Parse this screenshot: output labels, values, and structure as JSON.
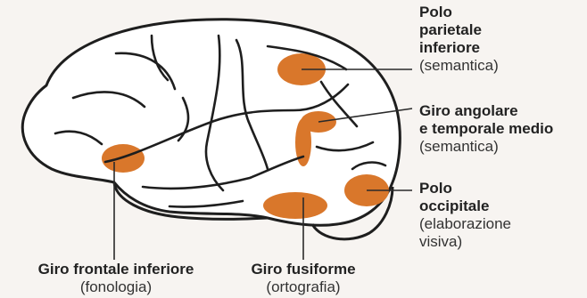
{
  "labels": {
    "polo_parietale": {
      "lines": [
        "Polo",
        "parietale",
        "inferiore"
      ],
      "sub": [
        "(semantica)"
      ]
    },
    "giro_angolare": {
      "lines": [
        "Giro angolare",
        "e temporale medio"
      ],
      "sub": [
        "(semantica)"
      ]
    },
    "polo_occipitale": {
      "lines": [
        "Polo",
        "occipitale"
      ],
      "sub": [
        "(elaborazione",
        "visiva)"
      ]
    },
    "giro_frontale": {
      "lines": [
        "Giro frontale inferiore"
      ],
      "sub": [
        "(fonologia)"
      ]
    },
    "giro_fusiforme": {
      "lines": [
        "Giro fusiforme"
      ],
      "sub": [
        "(ortografia)"
      ]
    }
  },
  "colors": {
    "background": "#f7f4f1",
    "brain_fill": "#ffffff",
    "outline": "#1e1e1e",
    "highlight": "#d9772b",
    "leader": "#2a2a2a"
  }
}
